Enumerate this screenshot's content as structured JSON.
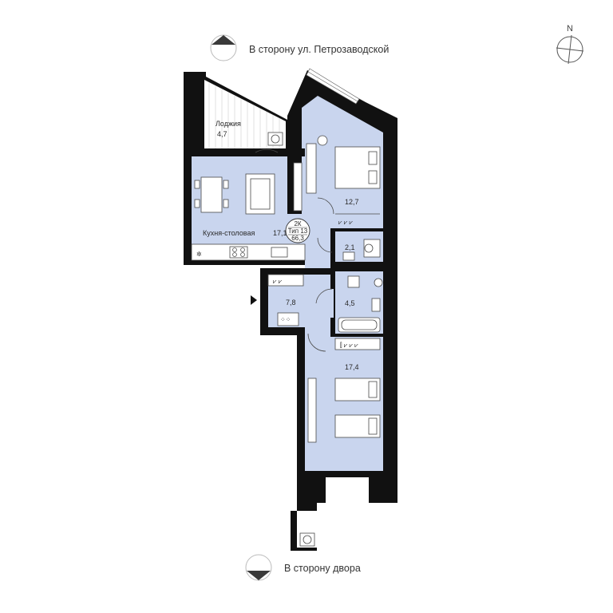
{
  "directions": {
    "top": "В сторону ул. Петрозаводской",
    "bottom": "В сторону двора"
  },
  "compass": {
    "label": "N"
  },
  "apartment": {
    "code": "2К",
    "type": "Тип 13",
    "area": "66,3"
  },
  "rooms": {
    "loggia": {
      "name": "Лоджия",
      "area": "4,7"
    },
    "kitchen": {
      "name": "Кухня-столовая",
      "area": "17,1"
    },
    "bedroom1": {
      "area": "12,7"
    },
    "wc": {
      "area": "2,1"
    },
    "hall": {
      "area": "7,8"
    },
    "bathroom": {
      "area": "4,5"
    },
    "bedroom2": {
      "area": "17,4"
    }
  },
  "colors": {
    "room_fill": "#c9d5ee",
    "wall": "#111111",
    "loggia_fill": "#ffffff"
  }
}
